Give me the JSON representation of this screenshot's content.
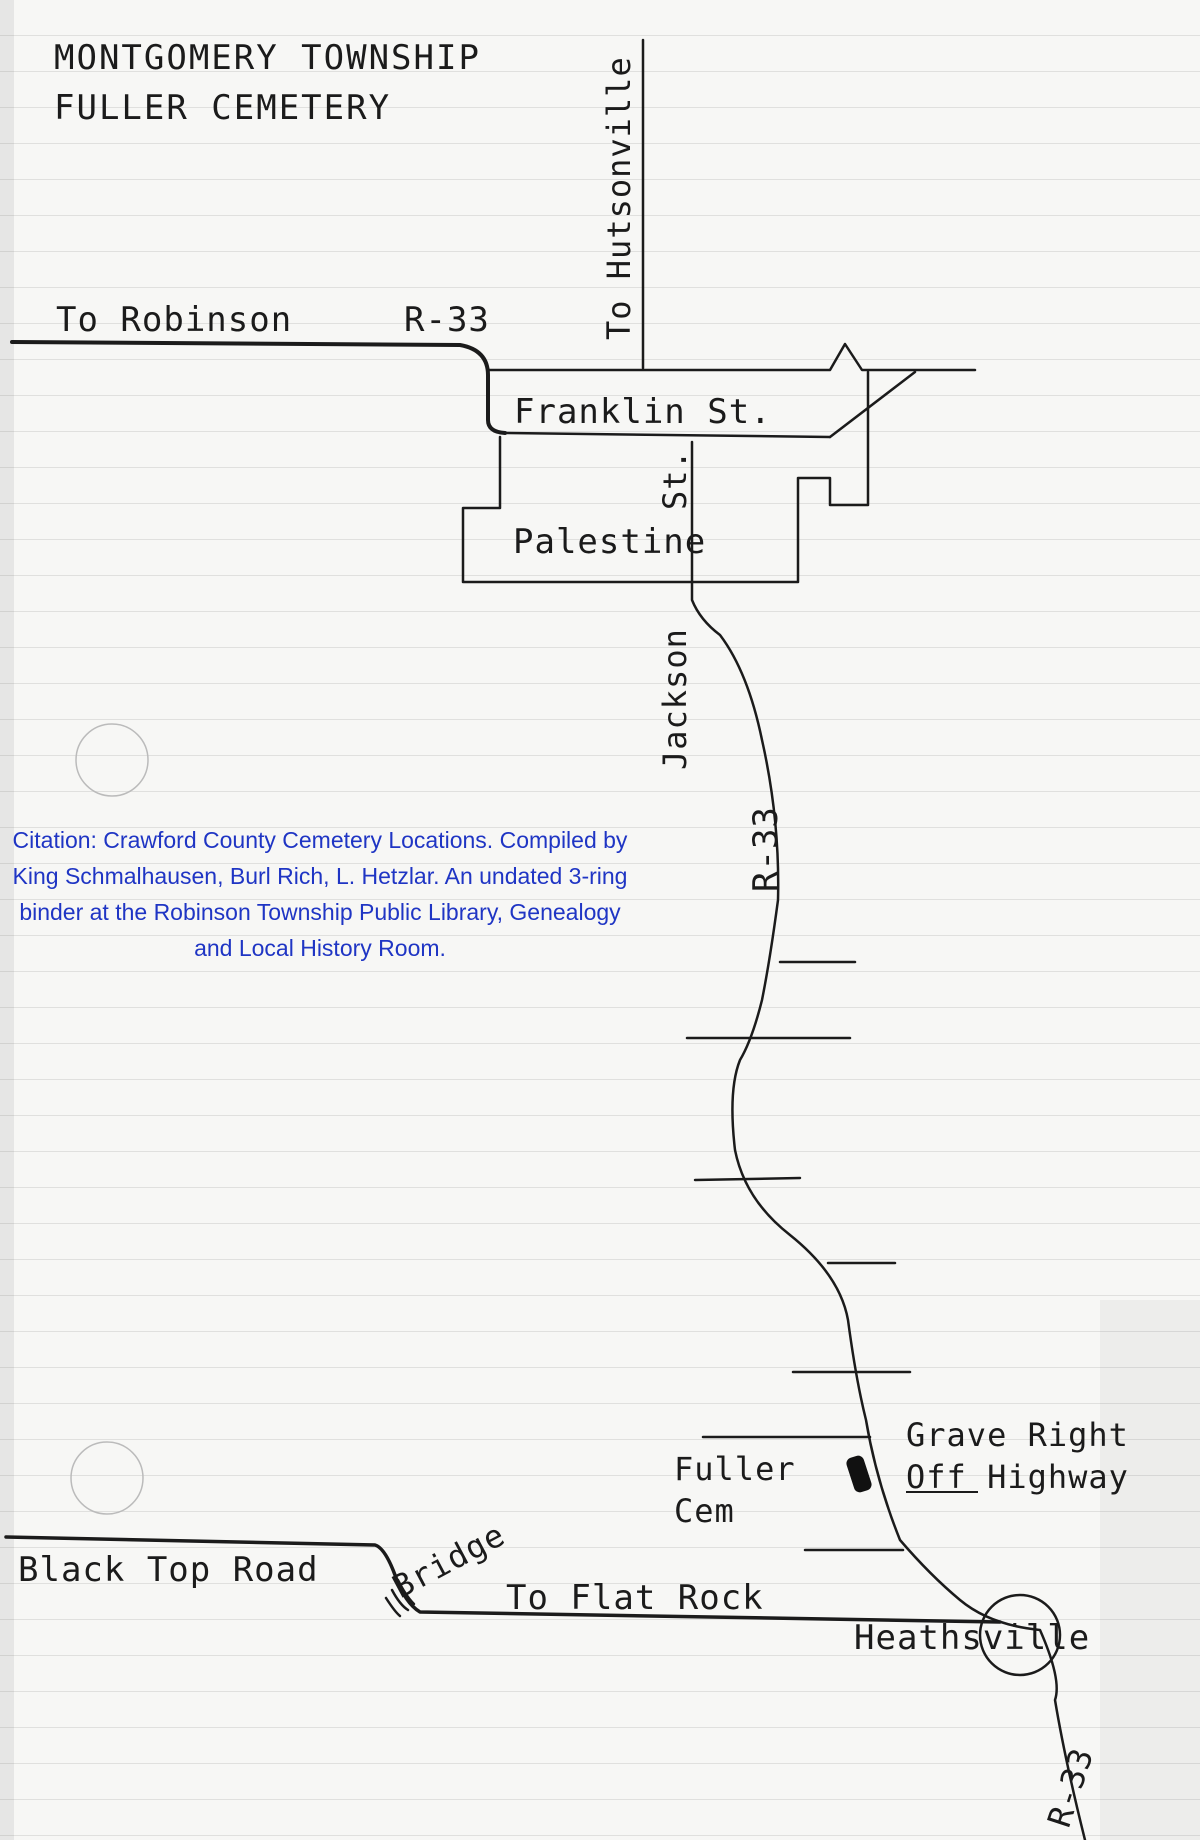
{
  "map": {
    "title_line1": "MONTGOMERY  TOWNSHIP",
    "title_line2": "FULLER CEMETERY",
    "labels": {
      "to_robinson": "To Robinson",
      "r33_top": "R-33",
      "to_hutsonville": "To Hutsonville",
      "franklin_st": "Franklin St.",
      "st": "St.",
      "palestine": "Palestine",
      "jackson": "Jackson",
      "r33_mid": "R-33",
      "grave_right": "Grave Right",
      "off_highway": "Off Highway",
      "fuller": "Fuller",
      "cem": "Cem",
      "black_top_road": "Black Top Road",
      "bridge": "Bridge",
      "to_flat_rock": "To Flat Rock",
      "heathsville": "Heathsville",
      "r33_bottom": "R-33"
    },
    "citation": "Citation: Crawford County Cemetery Locations. Compiled by King Schmalhausen, Burl Rich, L. Hetzlar.  An undated 3-ring binder at the Robinson Township Public Library, Genealogy and Local History Room.",
    "colors": {
      "ink": "#1b1b1b",
      "citation": "#1f35c4",
      "paper": "#f7f7f5"
    }
  }
}
